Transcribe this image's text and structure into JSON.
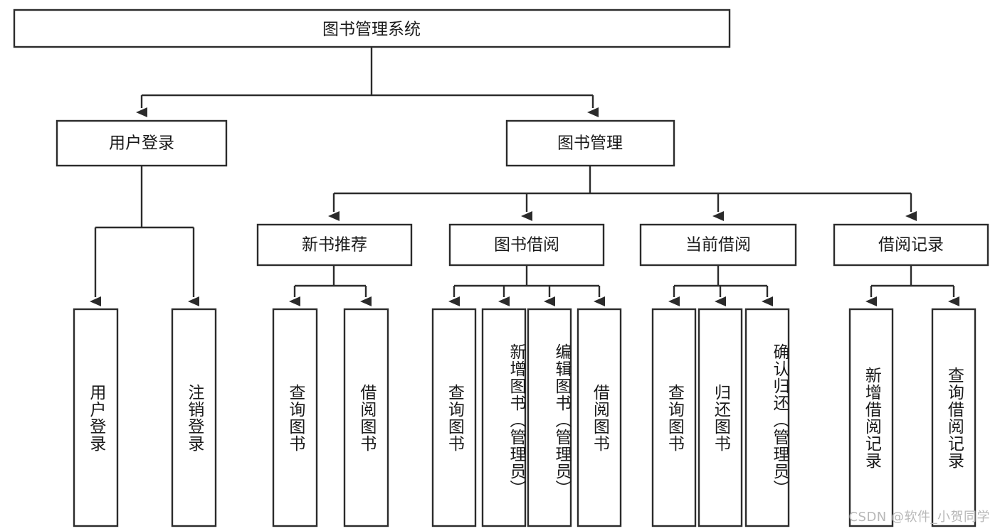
{
  "diagram": {
    "title": "图书管理系统",
    "watermark": "CSDN @软件_小贺同学",
    "colors": {
      "stroke": "#2b2b2b",
      "fill": "#ffffff",
      "text": "#1a1a1a",
      "watermark": "#b8b8b8"
    },
    "levels": {
      "root": {
        "label": "图书管理系统"
      },
      "level2": [
        {
          "label": "用户登录"
        },
        {
          "label": "图书管理"
        }
      ],
      "level3": [
        {
          "label": "新书推荐"
        },
        {
          "label": "图书借阅"
        },
        {
          "label": "当前借阅"
        },
        {
          "label": "借阅记录"
        }
      ],
      "leaves": [
        {
          "label": "用户登录"
        },
        {
          "label": "注销登录"
        },
        {
          "label": "查询图书"
        },
        {
          "label": "借阅图书"
        },
        {
          "label": "查询图书"
        },
        {
          "label": "新增图书（管理员）"
        },
        {
          "label": "编辑图书（管理员）"
        },
        {
          "label": "借阅图书"
        },
        {
          "label": "查询图书"
        },
        {
          "label": "归还图书"
        },
        {
          "label": "确认归还（管理员）"
        },
        {
          "label": "新增借阅记录"
        },
        {
          "label": "查询借阅记录"
        }
      ]
    },
    "tree": {
      "图书管理系统": [
        "用户登录",
        "图书管理"
      ],
      "用户登录": [
        "用户登录",
        "注销登录"
      ],
      "图书管理": [
        "新书推荐",
        "图书借阅",
        "当前借阅",
        "借阅记录"
      ],
      "新书推荐": [
        "查询图书",
        "借阅图书"
      ],
      "图书借阅": [
        "查询图书",
        "新增图书（管理员）",
        "编辑图书（管理员）",
        "借阅图书"
      ],
      "当前借阅": [
        "查询图书",
        "归还图书",
        "确认归还（管理员）"
      ],
      "借阅记录": [
        "新增借阅记录",
        "查询借阅记录"
      ]
    }
  }
}
